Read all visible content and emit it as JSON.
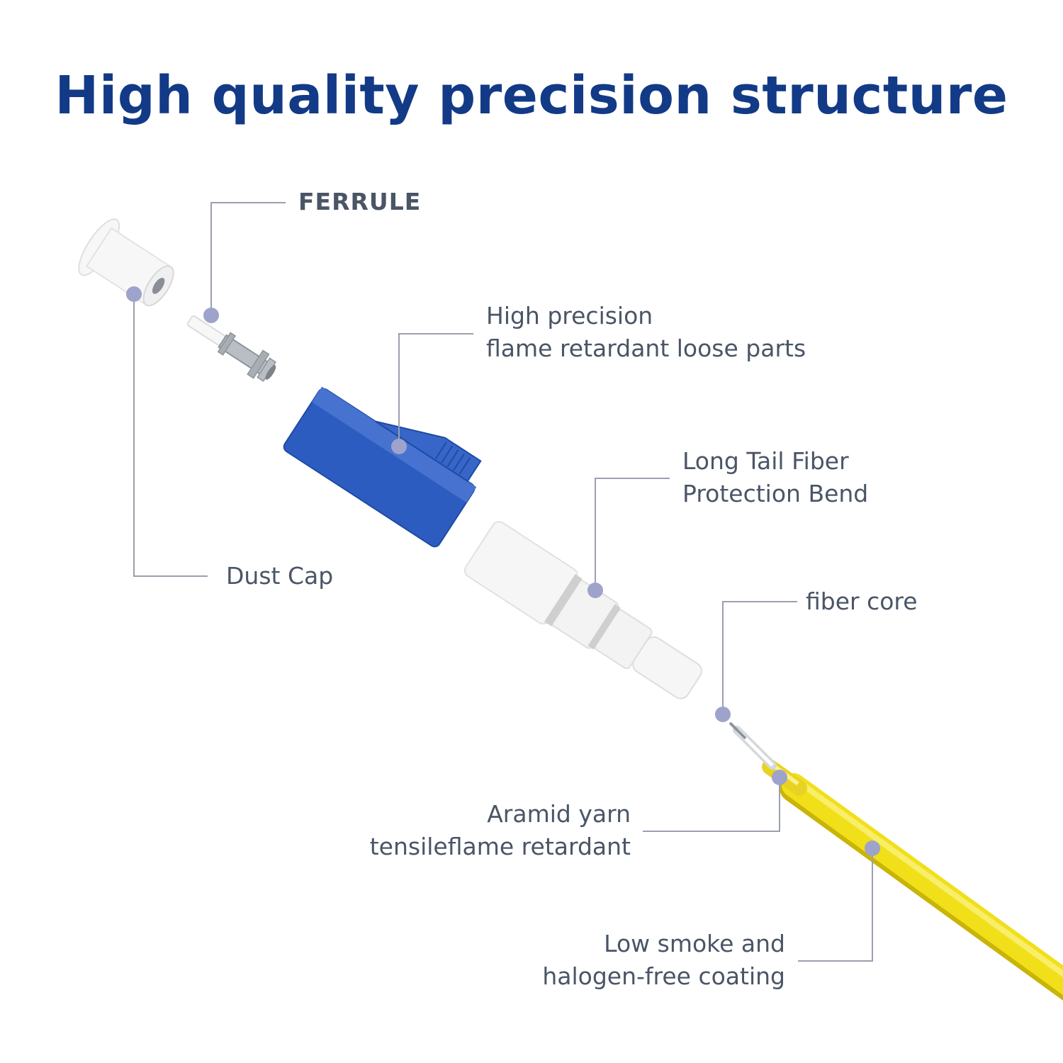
{
  "title": "High quality precision structure",
  "colors": {
    "title": "#123a86",
    "label": "#4a5566",
    "leader_line": "#9aa0ae",
    "leader_dot": "#9ea3cc",
    "housing_blue": "#2d5cc0",
    "cable_yellow": "#f1df1a",
    "white_part": "#f6f6f6",
    "metal": "#b9bec4"
  },
  "labels": {
    "ferrule": "FERRULE",
    "loose_parts": [
      "High precision",
      "flame retardant loose parts"
    ],
    "long_tail": [
      "Long Tail Fiber",
      "Protection Bend"
    ],
    "dust_cap": "Dust Cap",
    "fiber_core": "fiber core",
    "aramid": [
      "Aramid yarn",
      "tensileflame retardant"
    ],
    "coating": [
      "Low smoke and",
      "halogen-free coating"
    ]
  },
  "icons": {
    "dust_cap": "dust-cap-icon",
    "ferrule": "ferrule-icon",
    "housing": "connector-housing-icon",
    "boot": "tail-boot-icon",
    "fiber": "fiber-core-icon",
    "cable": "cable-icon"
  }
}
